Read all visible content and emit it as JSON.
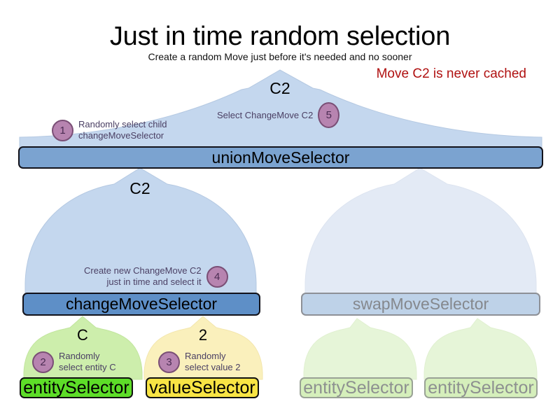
{
  "header": {
    "title": "Just in time random selection",
    "subtitle": "Create a random Move just before it's needed and no sooner",
    "note": "Move C2 is never cached",
    "note_color": "#b01111"
  },
  "nodes": {
    "union": "unionMoveSelector",
    "change": "changeMoveSelector",
    "swap": "swapMoveSelector",
    "entity": "entitySelector",
    "value": "valueSelector",
    "swap_entity_left": "entitySelector",
    "swap_entity_right": "entitySelector"
  },
  "flow_labels": {
    "top_out": "C2",
    "change_to_union": "C2",
    "entity_out": "C",
    "value_out": "2"
  },
  "steps": [
    {
      "number": "1",
      "text": "Randomly select child\nchangeMoveSelector",
      "align": "left"
    },
    {
      "number": "2",
      "text": "Randomly\nselect entity C",
      "align": "left"
    },
    {
      "number": "3",
      "text": "Randomly\nselect value 2",
      "align": "left"
    },
    {
      "number": "4",
      "text": "Create new ChangeMove C2\njust in time and select it",
      "align": "right"
    },
    {
      "number": "5",
      "text": "Select ChangeMove C2",
      "align": "right"
    }
  ],
  "palette": {
    "arrow_blue": "#c4d7ee",
    "arrow_blue_faded": "#e3eaf5",
    "arrow_green": "#cdeeac",
    "arrow_green_faded": "#e6f5d8",
    "arrow_yellow": "#faf0bc",
    "node_union": "#7ba3d0",
    "node_change": "#5e8fc7",
    "node_swap": "#bed2e8",
    "node_entity": "#5ddd28",
    "node_value": "#f8e444",
    "badge": "#b784b0"
  }
}
